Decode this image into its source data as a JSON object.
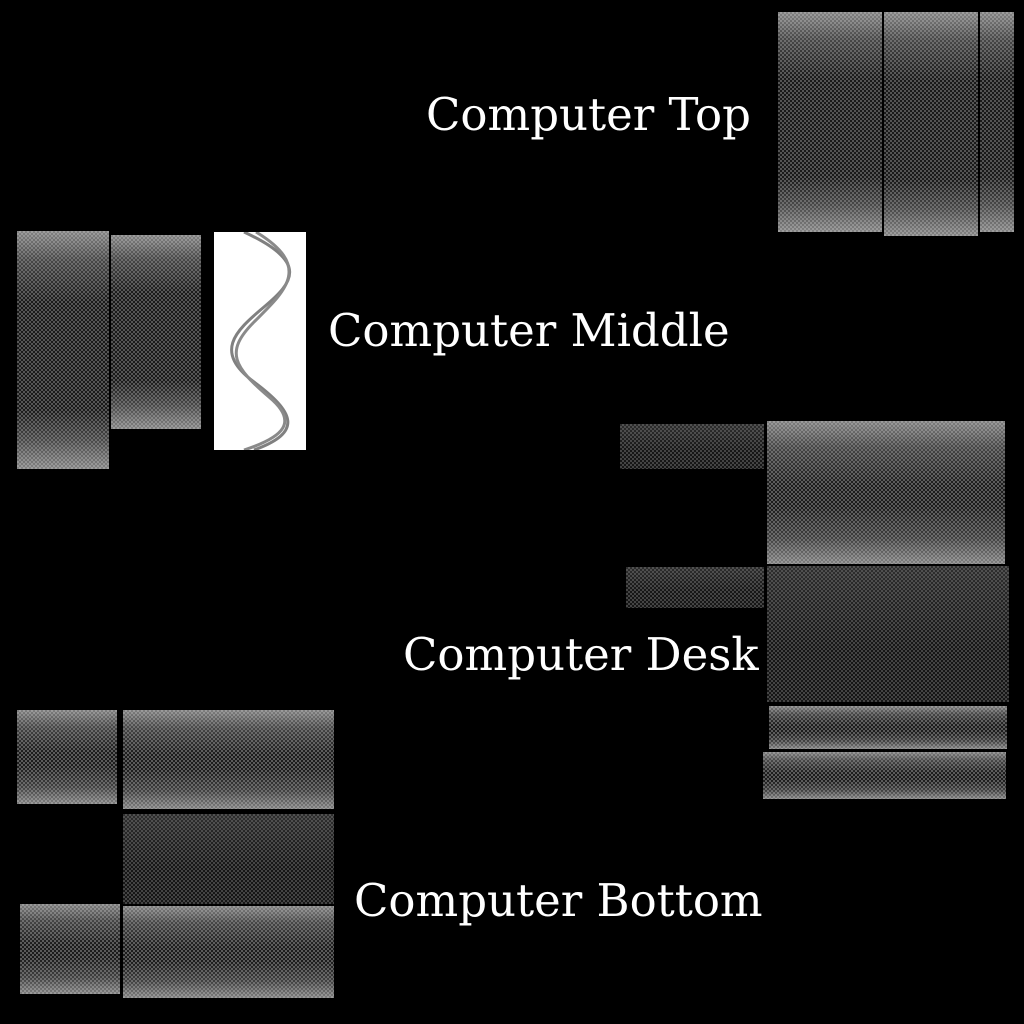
{
  "labels": {
    "top": "Computer Top",
    "middle": "Computer Middle",
    "desk": "Computer Desk",
    "bottom": "Computer Bottom"
  },
  "colors": {
    "background": "#000000",
    "text": "#ffffff",
    "cable": "#808080",
    "cable_background": "#ffffff"
  }
}
